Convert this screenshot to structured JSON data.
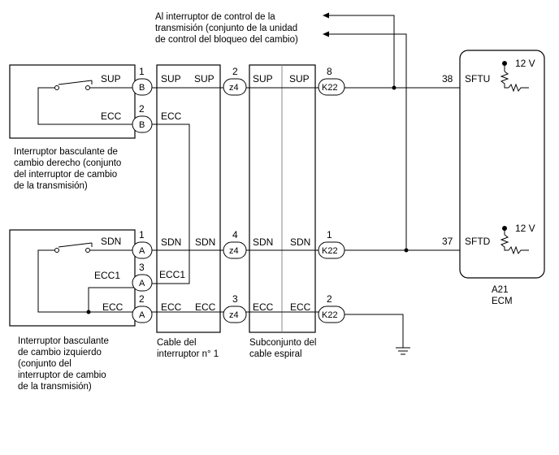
{
  "arrow_note": {
    "line1": "Al interruptor de control de la",
    "line2": "transmisión (conjunto de la unidad",
    "line3": "de control del bloqueo del cambio)"
  },
  "right_switch": {
    "caption": [
      "Interruptor basculante de",
      "cambio derecho (conjunto",
      "del interruptor de cambio",
      "de la transmisión)"
    ],
    "terminals": [
      "SUP",
      "ECC"
    ]
  },
  "left_switch": {
    "caption": [
      "Interruptor basculante",
      "de cambio izquierdo",
      "(conjunto del",
      "interruptor de cambio",
      "de la transmisión)"
    ],
    "terminals": [
      "SDN",
      "ECC1",
      "ECC"
    ]
  },
  "cable1": {
    "caption": [
      "Cable del",
      "interruptor n° 1"
    ],
    "left_labels": [
      "SUP",
      "ECC",
      "SDN",
      "ECC1",
      "ECC"
    ],
    "right_labels": [
      "SUP",
      "SDN",
      "ECC"
    ]
  },
  "spiral": {
    "caption": [
      "Subconjunto del",
      "cable espiral"
    ],
    "left_labels": [
      "SUP",
      "SDN",
      "ECC"
    ],
    "right_labels": [
      "SUP",
      "SDN",
      "ECC"
    ]
  },
  "connectors": {
    "B": "B",
    "A": "A",
    "z4": "z4",
    "K22": "K22",
    "pins": {
      "b1": "1",
      "b2": "2",
      "a1": "1",
      "a3": "3",
      "a2": "2",
      "z4_sup": "2",
      "z4_sdn": "4",
      "z4_ecc": "3",
      "k_sup": "8",
      "k_sdn": "1",
      "k_ecc": "2"
    }
  },
  "ecm": {
    "code": "A21",
    "name": "ECM",
    "pins": [
      "38",
      "37"
    ],
    "signals": [
      "SFTU",
      "SFTD"
    ],
    "voltages": [
      "12 V",
      "12 V"
    ]
  }
}
